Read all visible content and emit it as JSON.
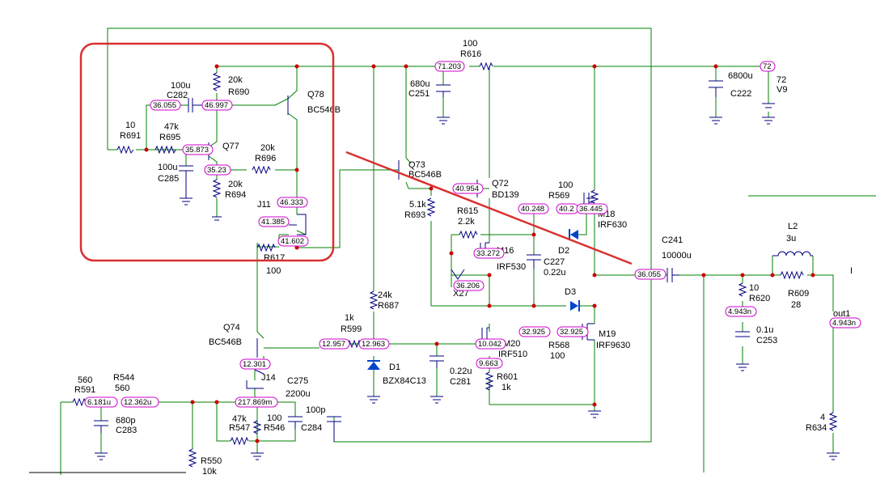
{
  "colors": {
    "background": "#ffffff",
    "wire": "#008000",
    "symbol": "#000080",
    "junction": "#cc0000",
    "net_label_border": "#cc00cc",
    "net_label_fill": "#ffffff",
    "highlight_box": "#d93030",
    "strike_line": "#d93030",
    "diode_fill": "#0044cc",
    "text": "#000000"
  },
  "annotations": {
    "highlight_box": "rounded rectangle around the Q77 / Q78 / J11 input section",
    "strike_line": "diagonal red line from Q73 down to the C241 output node"
  },
  "components": {
    "r616": {
      "value": "100",
      "ref": "R616"
    },
    "r691": {
      "value": "10",
      "ref": "R691"
    },
    "c282": {
      "value": "100u",
      "ref": "C282"
    },
    "r690": {
      "value": "20k",
      "ref": "R690"
    },
    "q78": {
      "ref": "Q78",
      "part": "BC546B"
    },
    "r695": {
      "value": "47k",
      "ref": "R695"
    },
    "q77": {
      "ref": "Q77"
    },
    "r696": {
      "value": "20k",
      "ref": "R696"
    },
    "c285": {
      "value": "100u",
      "ref": "C285"
    },
    "r694": {
      "value": "20k",
      "ref": "R694"
    },
    "j11": {
      "ref": "J11"
    },
    "r617": {
      "ref": "R617",
      "value": "100"
    },
    "c251": {
      "value": "680u",
      "ref": "C251"
    },
    "q73": {
      "ref": "Q73",
      "part": "BC546B"
    },
    "q72": {
      "ref": "Q72",
      "part": "BD139"
    },
    "r693": {
      "value": "5.1k",
      "ref": "R693"
    },
    "r615": {
      "ref": "R615",
      "value": "2.2k"
    },
    "r569": {
      "value": "100",
      "ref": "R569"
    },
    "m18": {
      "ref": "M18",
      "part": "IRF630"
    },
    "m16": {
      "ref": "M16",
      "part": "IRF530"
    },
    "x27": {
      "ref": "X27"
    },
    "c227": {
      "ref": "C227",
      "value": "0.22u"
    },
    "d2": {
      "ref": "D2"
    },
    "d3": {
      "ref": "D3"
    },
    "c222": {
      "value": "6800u",
      "ref": "C222"
    },
    "v9": {
      "value": "72",
      "ref": "V9"
    },
    "c241": {
      "ref": "C241",
      "value": "10000u"
    },
    "l2": {
      "ref": "L2",
      "value": "3u"
    },
    "r620": {
      "value": "10",
      "ref": "R620"
    },
    "c253": {
      "value": "0.1u",
      "ref": "C253"
    },
    "r609": {
      "ref": "R609",
      "value": "28"
    },
    "r634": {
      "value": "4",
      "ref": "R634"
    },
    "q74": {
      "ref": "Q74",
      "part": "BC546B"
    },
    "r687": {
      "value": "24k",
      "ref": "R687"
    },
    "r599": {
      "value": "1k",
      "ref": "R599"
    },
    "d1": {
      "ref": "D1",
      "part": "BZX84C13"
    },
    "c281": {
      "value": "0.22u",
      "ref": "C281"
    },
    "m20": {
      "ref": "M20",
      "part": "IRF510"
    },
    "r601": {
      "ref": "R601",
      "value": "1k"
    },
    "r568": {
      "ref": "R568",
      "value": "100"
    },
    "m19": {
      "ref": "M19",
      "part": "IRF9630"
    },
    "j14": {
      "ref": "J14"
    },
    "c275": {
      "ref": "C275",
      "value": "2200u"
    },
    "r547": {
      "value": "47k",
      "ref": "R547"
    },
    "r546": {
      "value": "100",
      "ref": "R546"
    },
    "c284": {
      "value": "100p",
      "ref": "C284"
    },
    "r591": {
      "value": "560",
      "ref": "R591"
    },
    "r544": {
      "ref": "R544",
      "value": "560"
    },
    "c283": {
      "value": "680p",
      "ref": "C283"
    },
    "r550": {
      "ref": "R550",
      "value": "10k"
    }
  },
  "net_labels": {
    "n71_203": "71.203",
    "n72": "72",
    "n36_055_in": "36.055",
    "n46_997": "46.997",
    "n35_873": "35.873",
    "n35_23": "35.23",
    "n46_333": "46.333",
    "n41_385": "41.385",
    "n41_602": "41.602",
    "n40_954": "40.954",
    "n40_248": "40.248",
    "n40_2": "40.2",
    "n36_445": "36.445",
    "n33_272": "33.272",
    "n36_206": "36.206",
    "n36_055_out": "36.055",
    "n4_943n_a": "4.943n",
    "n4_943n_b": "4.943n",
    "n12_957": "12.957",
    "n12_963": "12.963",
    "n10_042": "10.042",
    "n9_663": "9.663",
    "n32_925_a": "32.925",
    "n32_925_b": "32.925",
    "n12_301": "12.301",
    "n217_869m": "217.869m",
    "n6_181u": "6.181u",
    "n12_362u": "12.362u"
  },
  "misc_labels": {
    "out1": "out1",
    "io_marker": "I"
  }
}
